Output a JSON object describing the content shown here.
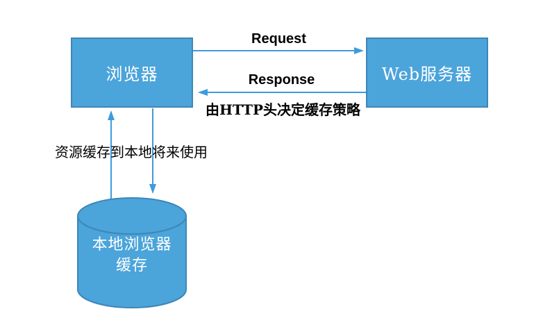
{
  "diagram": {
    "nodes": {
      "browser": {
        "label": "浏览器"
      },
      "web_server": {
        "label": "Web服务器"
      },
      "local_cache": {
        "label_line1": "本地浏览器",
        "label_line2": "缓存"
      }
    },
    "edges": {
      "request": {
        "label": "Request",
        "from": "browser",
        "to": "web_server"
      },
      "response": {
        "label": "Response",
        "from": "web_server",
        "to": "browser",
        "note": "由HTTP头决定缓存策略"
      },
      "cache": {
        "note": "资源缓存到本地将来使用"
      }
    },
    "colors": {
      "background": "#ffffff",
      "node_fill": "#4ba4da",
      "node_border": "#3e86b8",
      "arrow": "#3e9bdb",
      "text_on_node": "#ffffff",
      "label_text": "#000000"
    }
  }
}
